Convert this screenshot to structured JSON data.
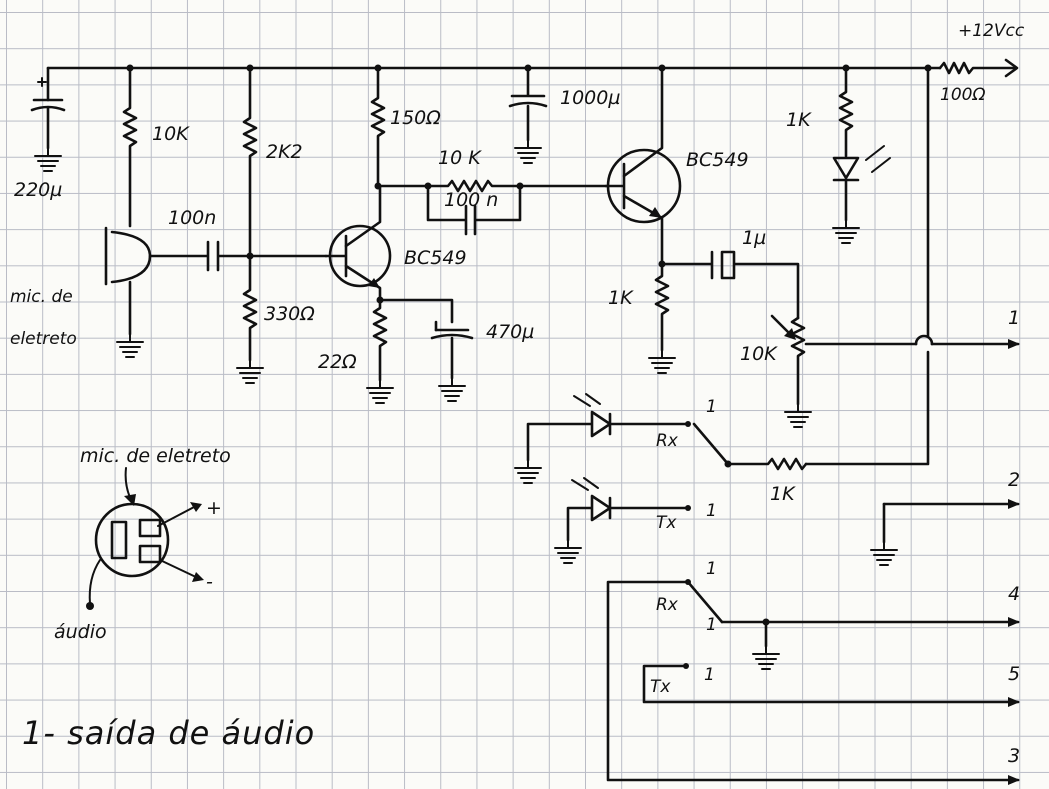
{
  "supply": {
    "label": "+12Vcc",
    "resistor": "100Ω"
  },
  "caps": {
    "c_input": "220µ",
    "c_coupling": "100n",
    "c_feedback": "100 n",
    "c_supply": "1000µ",
    "c_emitter": "470µ",
    "c_out": "1µ"
  },
  "resistors": {
    "r_mic": "10K",
    "r_bias_top": "2K2",
    "r_bias_bottom": "330Ω",
    "r_collector": "150Ω",
    "r_emitter": "22Ω",
    "r_feedback": "10 K",
    "r_q2_emitter": "1K",
    "r_led": "1K",
    "r_pot": "10K",
    "r_switch": "1K"
  },
  "transistors": {
    "q1": "BC549",
    "q2": "BC549"
  },
  "mic": {
    "label_line1": "mic. de",
    "label_line2": "eletreto",
    "detail_label": "mic. de eletreto",
    "plus": "+",
    "minus": "-",
    "audio": "áudio"
  },
  "switches": {
    "rx1": "Rx",
    "tx1": "Tx",
    "rx2": "Rx",
    "tx2": "Tx",
    "pos1a": "1",
    "pos1b": "1",
    "pos1c": "1",
    "pos1d": "1",
    "pos1e": "1"
  },
  "outputs": {
    "o1": "1",
    "o2": "2",
    "o4": "4",
    "o5": "5",
    "o3": "3"
  },
  "legend": "1- saída de áudio"
}
